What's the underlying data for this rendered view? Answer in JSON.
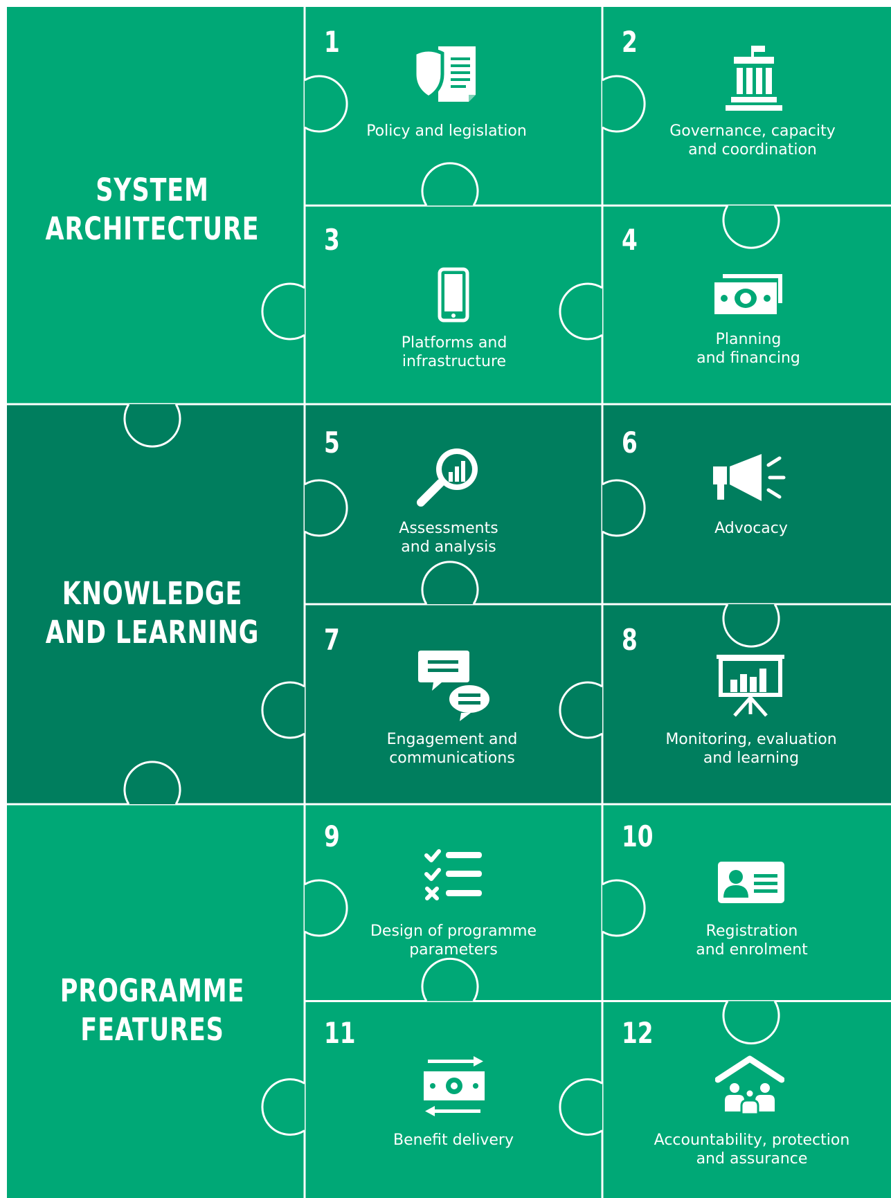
{
  "colors": {
    "light_green": "#00a876",
    "dark_green": "#007e5e",
    "divider": "#ffffff"
  },
  "sections": [
    {
      "title_lines": [
        "SYSTEM",
        "ARCHITECTURE"
      ],
      "color": "light_green"
    },
    {
      "title_lines": [
        "KNOWLEDGE",
        "AND LEARNING"
      ],
      "color": "dark_green"
    },
    {
      "title_lines": [
        "PROGRAMME",
        "FEATURES"
      ],
      "color": "light_green"
    }
  ],
  "tiles": [
    {
      "number": "1",
      "label_lines": [
        "Policy and legislation"
      ],
      "icon": "policy-document-shield-icon"
    },
    {
      "number": "2",
      "label_lines": [
        "Governance, capacity",
        "and coordination"
      ],
      "icon": "government-building-icon"
    },
    {
      "number": "3",
      "label_lines": [
        "Platforms and",
        "infrastructure"
      ],
      "icon": "mobile-phone-icon"
    },
    {
      "number": "4",
      "label_lines": [
        "Planning",
        "and financing"
      ],
      "icon": "banknotes-icon"
    },
    {
      "number": "5",
      "label_lines": [
        "Assessments",
        "and analysis"
      ],
      "icon": "magnifier-chart-icon"
    },
    {
      "number": "6",
      "label_lines": [
        "Advocacy"
      ],
      "icon": "megaphone-icon"
    },
    {
      "number": "7",
      "label_lines": [
        "Engagement and",
        "communications"
      ],
      "icon": "speech-bubbles-icon"
    },
    {
      "number": "8",
      "label_lines": [
        "Monitoring, evaluation",
        "and learning"
      ],
      "icon": "presentation-board-icon"
    },
    {
      "number": "9",
      "label_lines": [
        "Design of programme",
        "parameters"
      ],
      "icon": "checklist-icon"
    },
    {
      "number": "10",
      "label_lines": [
        "Registration",
        "and enrolment"
      ],
      "icon": "id-card-icon"
    },
    {
      "number": "11",
      "label_lines": [
        "Benefit delivery"
      ],
      "icon": "money-transfer-icon"
    },
    {
      "number": "12",
      "label_lines": [
        "Accountability, protection",
        "and assurance"
      ],
      "icon": "family-shelter-icon"
    }
  ]
}
